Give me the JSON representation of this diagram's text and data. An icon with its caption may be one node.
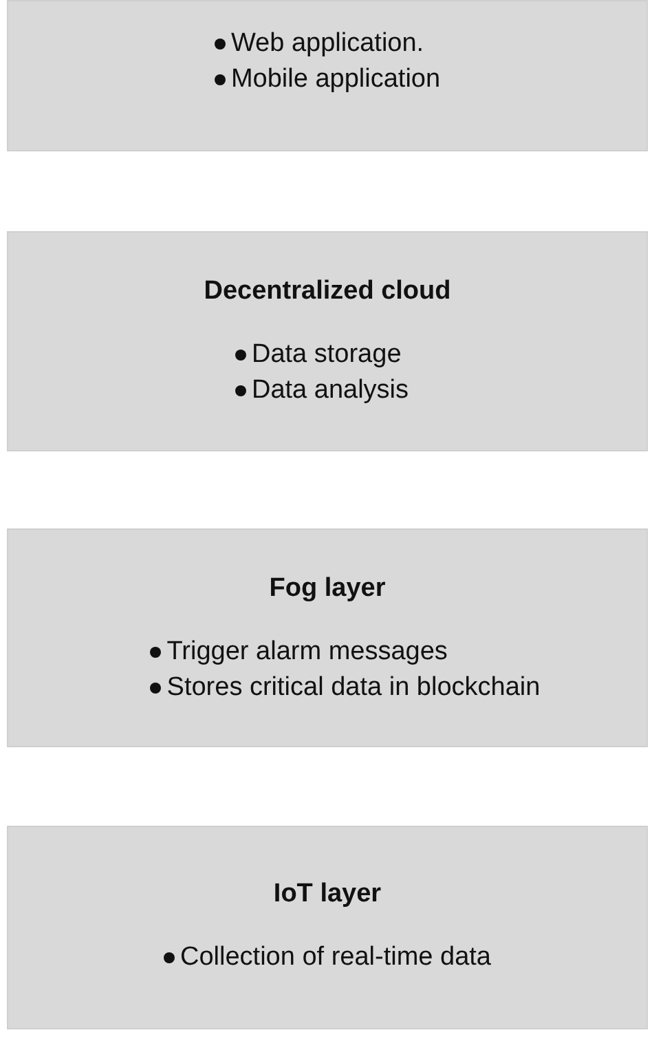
{
  "diagram": {
    "nodes": [
      {
        "text": [
          "Web application.",
          "Mobile application"
        ]
      },
      {
        "text": [
          "Decentralized cloud",
          "Data storage",
          "Data analysis"
        ]
      },
      {
        "text": [
          "Fog layer",
          "Trigger alarm messages",
          "Stores critical data in blockchain"
        ]
      },
      {
        "text": [
          "IoT layer",
          "Collection of real-time data"
        ]
      }
    ]
  }
}
